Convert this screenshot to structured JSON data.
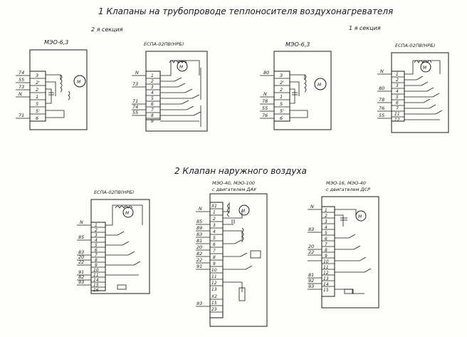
{
  "section1": {
    "title": "1 Клапаны на трубопроводе теплоносителя воздухонагревателя",
    "section2_label": "2 я секция",
    "section1_label": "1 я секция",
    "blocks": [
      {
        "heading": "МЭО-6,3",
        "terminals": [
          "3",
          "2'",
          "2",
          "1",
          "5",
          "5'",
          "6"
        ],
        "wires": [
          "74",
          "55",
          "73",
          "N",
          "71"
        ],
        "motor": "M"
      },
      {
        "heading": "ЕСПА-02ПВ(НРБ)",
        "terminals": [
          "1",
          "2",
          "3",
          "4",
          "5",
          "6",
          "7",
          "8",
          "9"
        ],
        "wires": [
          "N",
          "73",
          "71",
          "74",
          "55"
        ],
        "motor": "M"
      },
      {
        "heading": "МЭО-6,3",
        "terminals": [
          "3",
          "2'",
          "2",
          "1",
          "5",
          "5'",
          "6"
        ],
        "wires": [
          "80",
          "N",
          "78",
          "55",
          "76"
        ],
        "motor": "M"
      },
      {
        "heading": "ЕСПА-02ПВ(НРБ)",
        "terminals": [
          "1",
          "2",
          "3",
          "4",
          "5",
          "6",
          "7",
          "11",
          "12"
        ],
        "wires": [
          "N",
          "80",
          "78",
          "76",
          "55"
        ],
        "motor": "M"
      }
    ]
  },
  "section2": {
    "title": "2 Клапан наружного воздуха",
    "blocks": [
      {
        "heading": "ЕСПА-02ПВ(НРБ)",
        "terminals": [
          "1",
          "2",
          "3",
          "4",
          "5",
          "6",
          "7",
          "8",
          "9",
          "10",
          "11",
          "14",
          "15",
          "16"
        ],
        "wires": [
          "N",
          "85",
          "83",
          "20",
          "22",
          "91",
          "82",
          "93"
        ],
        "motor": "M"
      },
      {
        "heading_line1": "МЭО-40, МЭО-100",
        "heading_line2": "с двигателем ДАУ",
        "terminals": [
          "X1",
          "1",
          "2",
          "3",
          "4",
          "5",
          "6",
          "7",
          "8",
          "9",
          "10",
          "11",
          "12",
          "13",
          "Х2",
          "15",
          "23"
        ],
        "wires": [
          "N",
          "85",
          "89",
          "83",
          "81",
          "20",
          "82",
          "22",
          "91",
          "93"
        ],
        "motor": "M"
      },
      {
        "heading_line1": "МЭО-16, МЭО-40",
        "heading_line2": "с двигателем ДСР",
        "terminals": [
          "1",
          "2",
          "3",
          "4",
          "5",
          "6",
          "7",
          "8",
          "9",
          "10",
          "11",
          "12",
          "13",
          "14",
          "15"
        ],
        "wires": [
          "N",
          "83",
          "20",
          "22",
          "81",
          "92",
          "93"
        ],
        "motor": "M"
      }
    ]
  }
}
